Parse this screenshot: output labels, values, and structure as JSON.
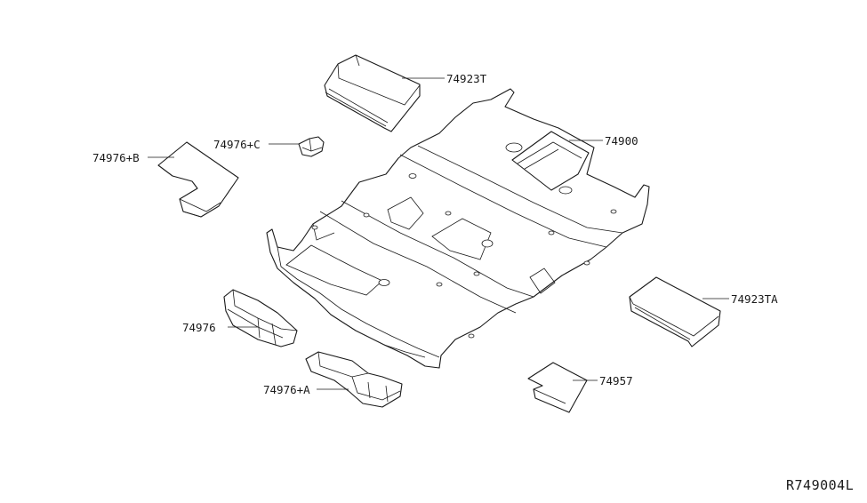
{
  "callouts": [
    {
      "id": "p74923T",
      "label": "74923T"
    },
    {
      "id": "p74900",
      "label": "74900"
    },
    {
      "id": "p74976C",
      "label": "74976+C"
    },
    {
      "id": "p74976B",
      "label": "74976+B"
    },
    {
      "id": "p74923TA",
      "label": "74923TA"
    },
    {
      "id": "p74976",
      "label": "74976"
    },
    {
      "id": "p74957",
      "label": "74957"
    },
    {
      "id": "p74976A",
      "label": "74976+A"
    }
  ],
  "diagram_code": "R749004L"
}
